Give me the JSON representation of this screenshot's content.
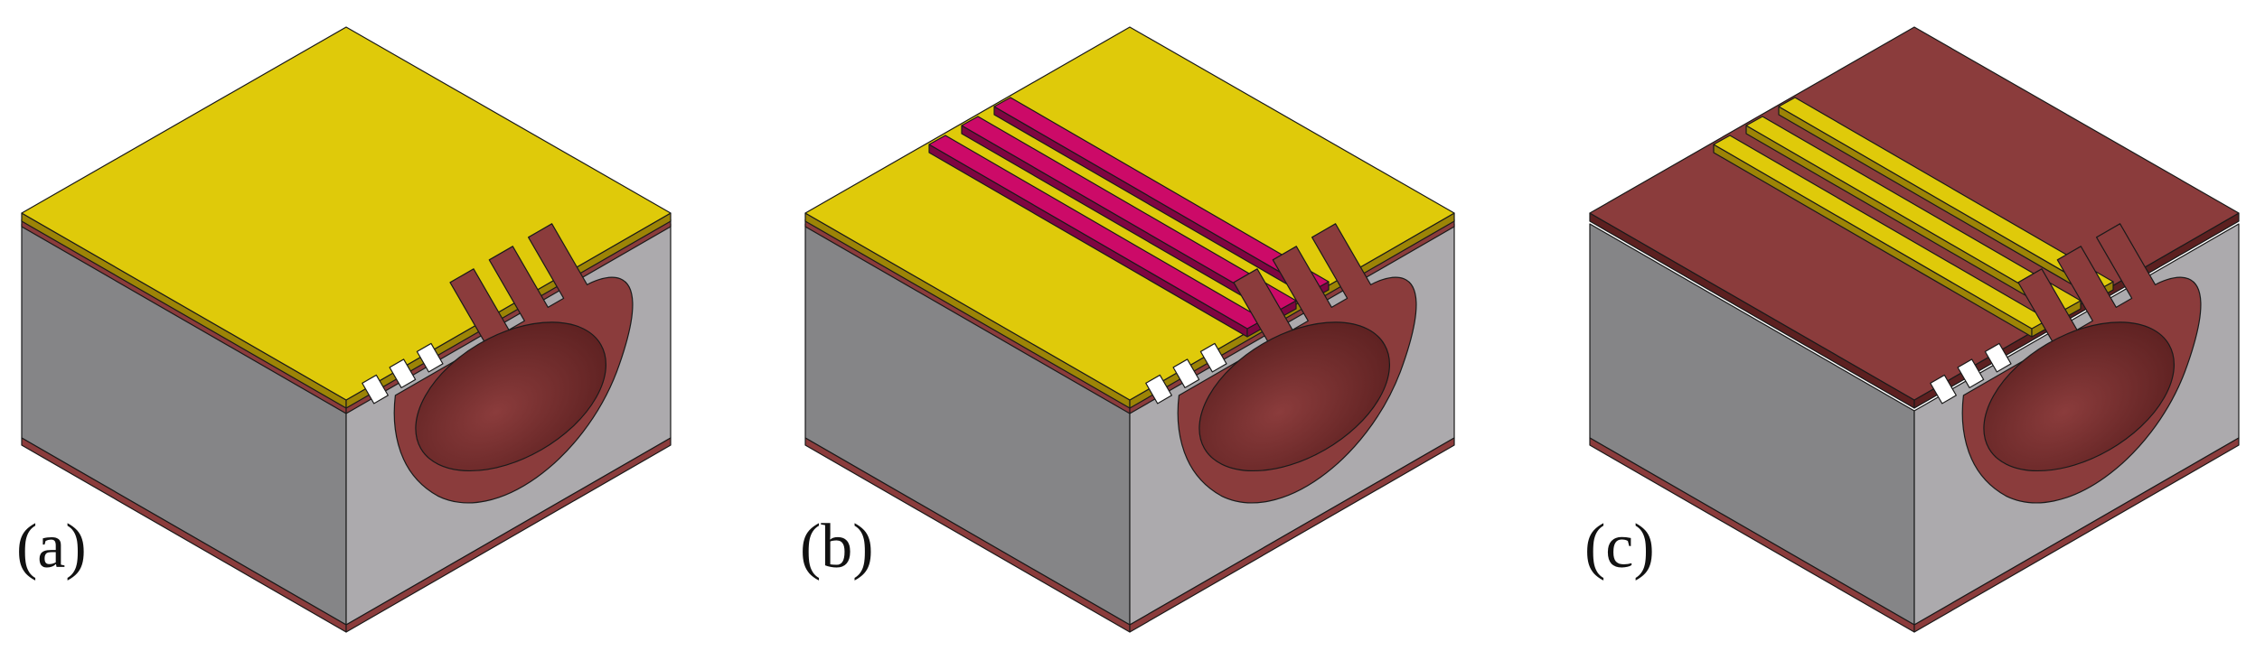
{
  "panels": [
    {
      "label": "(a)",
      "top_layer": "gold",
      "strips": "none"
    },
    {
      "label": "(b)",
      "top_layer": "gold",
      "strips": "magenta"
    },
    {
      "label": "(c)",
      "top_layer": "copper",
      "strips": "gold"
    }
  ],
  "colors": {
    "gold": "#dfca0a",
    "gold_dark": "#9c8406",
    "magenta": "#cc0a68",
    "magenta_dark": "#7e0541",
    "copper": "#8b3c3c",
    "copper_dark": "#5c2020",
    "left_face": "#858587",
    "right_face": "#acaaad",
    "outline": "#1a1a1a"
  }
}
